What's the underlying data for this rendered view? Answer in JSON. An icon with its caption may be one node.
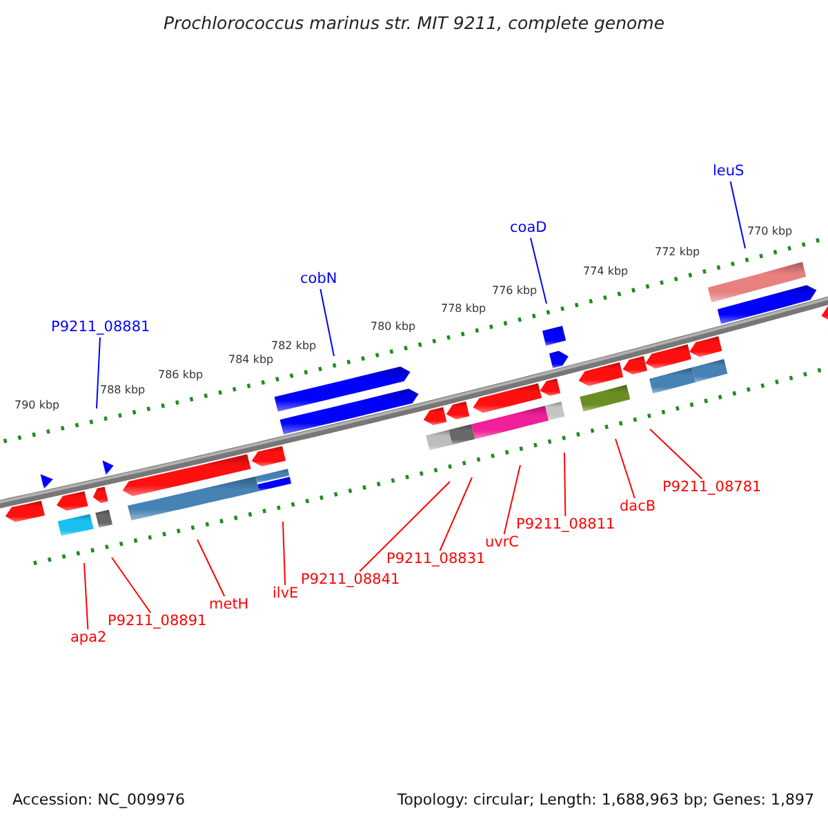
{
  "diagram": {
    "title": "Prochlorococcus marinus str. MIT 9211, complete genome",
    "nodes": [
      {
        "text": [
          "P9211_08881"
        ]
      },
      {
        "text": [
          "cobN"
        ]
      },
      {
        "text": [
          "coaD"
        ]
      },
      {
        "text": [
          "leuS"
        ]
      },
      {
        "text": [
          "apa2"
        ]
      },
      {
        "text": [
          "P9211_08891"
        ]
      },
      {
        "text": [
          "metH"
        ]
      },
      {
        "text": [
          "ilvE"
        ]
      },
      {
        "text": [
          "P9211_08841"
        ]
      },
      {
        "text": [
          "P9211_08831"
        ]
      },
      {
        "text": [
          "uvrC"
        ]
      },
      {
        "text": [
          "P9211_08811"
        ]
      },
      {
        "text": [
          "dacB"
        ]
      },
      {
        "text": [
          "P9211_08781"
        ]
      }
    ],
    "edges": [
      {
        "from": 0,
        "to": null,
        "arrow": "none",
        "color": "#0000ff"
      },
      {
        "from": 1,
        "to": null,
        "arrow": "none",
        "color": "#0000ff"
      },
      {
        "from": 2,
        "to": null,
        "arrow": "none",
        "color": "#0000ff"
      },
      {
        "from": 3,
        "to": null,
        "arrow": "none",
        "color": "#0000ff"
      },
      {
        "from": 4,
        "to": null,
        "arrow": "none"
      },
      {
        "from": 5,
        "to": null,
        "arrow": "none"
      },
      {
        "from": 6,
        "to": null,
        "arrow": "none"
      },
      {
        "from": 7,
        "to": null,
        "arrow": "none"
      },
      {
        "from": 8,
        "to": null,
        "arrow": "none"
      },
      {
        "from": 9,
        "to": null,
        "arrow": "none"
      },
      {
        "from": 10,
        "to": null,
        "arrow": "none"
      },
      {
        "from": 11,
        "to": null,
        "arrow": "none"
      },
      {
        "from": 12,
        "to": null,
        "arrow": "none"
      },
      {
        "from": 13,
        "to": null,
        "arrow": "none"
      }
    ],
    "labels": [
      "790 kbp",
      "788 kbp",
      "786 kbp",
      "784 kbp",
      "782 kbp",
      "780 kbp",
      "778 kbp",
      "776 kbp",
      "774 kbp",
      "772 kbp",
      "770 kbp",
      "Accession: NC_009976",
      "Topology: circular; Length: 1,688,963 bp; Genes: 1,897"
    ]
  }
}
